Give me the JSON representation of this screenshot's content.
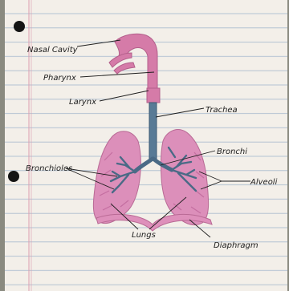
{
  "diagram": {
    "labels": {
      "nasal_cavity": "Nasal Cavity",
      "pharynx": "Pharynx",
      "larynx": "Larynx",
      "trachea": "Trachea",
      "bronchi": "Bronchi",
      "bronchioles": "Bronchioles",
      "alveoli": "Alveoli",
      "lungs": "Lungs",
      "diaphragm": "Diaphragm"
    },
    "colors": {
      "paper": "#f4f0ea",
      "rule_line": "#9fb3c9",
      "margin_line": "#d99aa8",
      "lung_pink": "#d88ab4",
      "airway_pink": "#d37aa6",
      "bronchi_blue": "#4f6f8a",
      "ink": "#1e1e1e"
    }
  }
}
